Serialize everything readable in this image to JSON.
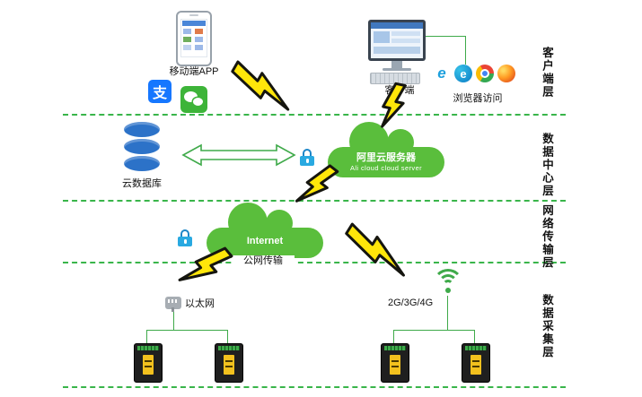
{
  "colors": {
    "green": "#3faa4a",
    "dash_green": "#39b54a",
    "cloud_green": "#5abe3c",
    "db_blue": "#2c72c8",
    "lock_blue": "#29a9e1",
    "bolt_yellow": "#ffe60a",
    "alipay_blue": "#1677ff",
    "wechat_green": "#3db439"
  },
  "layers": [
    {
      "label": "客户端层"
    },
    {
      "label": "数据中心层"
    },
    {
      "label": "网络传输层"
    },
    {
      "label": "数据采集层"
    }
  ],
  "nodes": {
    "mobile_app_label": "移动端APP",
    "alipay_glyph": "支",
    "client_label": "客户端",
    "browser_label": "浏览器访问",
    "ie_glyph": "e",
    "edge_glyph": "e",
    "cloud_db_label": "云数据库",
    "ali_cloud_cn": "阿里云服务器",
    "ali_cloud_en": "Ali cloud cloud server",
    "internet_label": "Internet",
    "public_net_label": "公网传输",
    "ethernet_label": "以太网",
    "cellular_label": "2G/3G/4G"
  }
}
